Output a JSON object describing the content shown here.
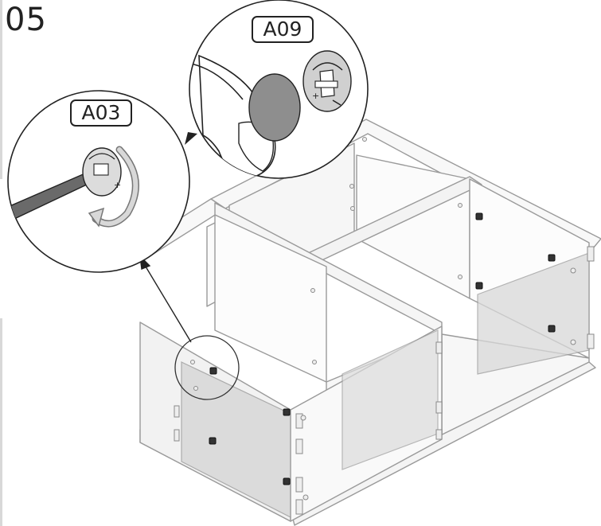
{
  "step": {
    "number": "05"
  },
  "callouts": [
    {
      "id": "A09",
      "label": "A09"
    },
    {
      "id": "A03",
      "label": "A03"
    }
  ],
  "colors": {
    "line": "#222222",
    "panel_line": "#9a9a9a",
    "panel_fill": "#f4f4f4",
    "shade_fill": "#d9d9d9",
    "cam_fill": "#888888"
  }
}
